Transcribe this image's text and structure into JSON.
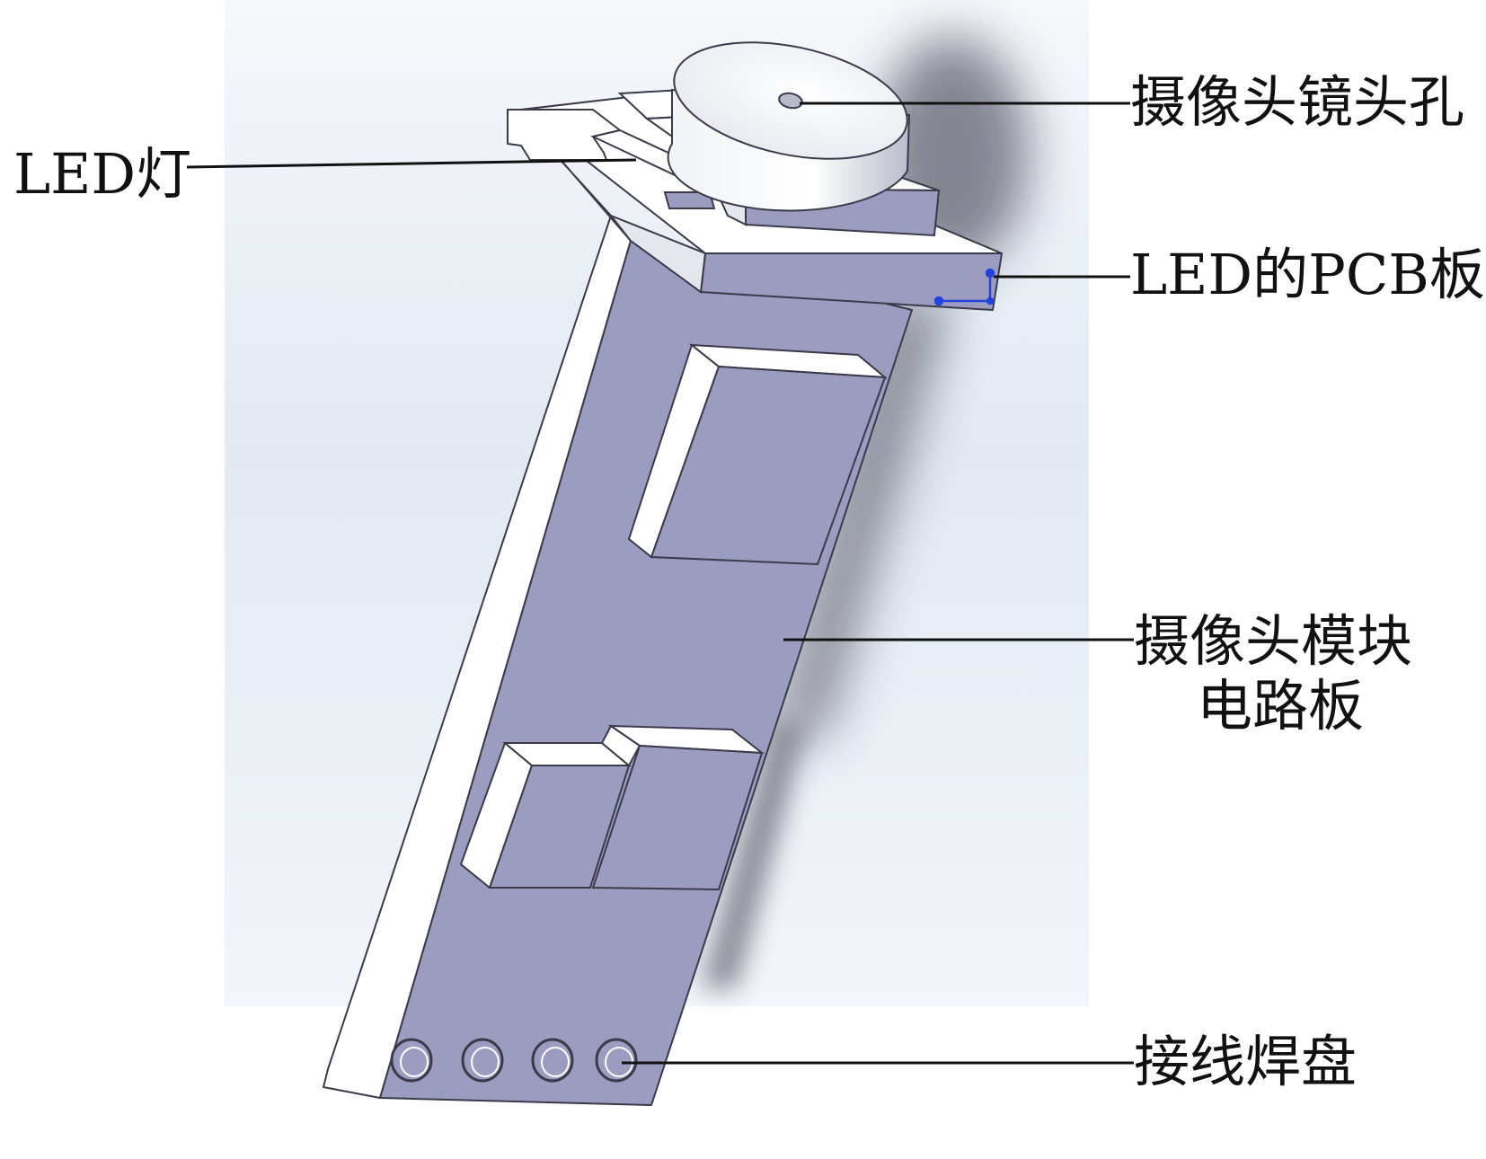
{
  "labels": {
    "camera_lens_hole": "摄像头镜头孔",
    "led_light": "LED灯",
    "led_pcb": "LED的PCB板",
    "camera_module_line1": "摄像头模块",
    "camera_module_line2": "电路板",
    "solder_pads": "接线焊盘"
  },
  "colors": {
    "background_panel": "#e4ebf3",
    "pcb_face": "#9c9cc0",
    "pcb_edge": "#ffffff",
    "outline": "#3a3a4a",
    "leader_line": "#111111",
    "axis_marker": "#2244dd"
  }
}
